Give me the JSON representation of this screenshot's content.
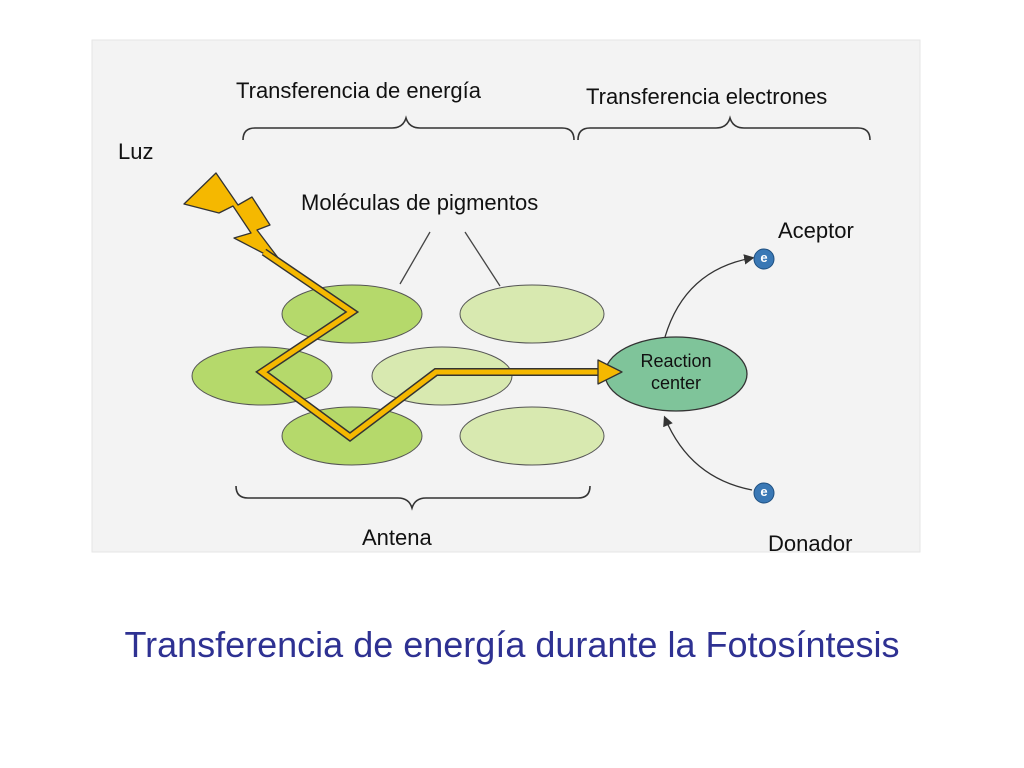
{
  "diagram": {
    "labels": {
      "energy_transfer": "Transferencia de energía",
      "electron_transfer": "Transferencia electrones",
      "light": "Luz",
      "pigment_molecules": "Moléculas de pigmentos",
      "acceptor": "Aceptor",
      "donor": "Donador",
      "antenna": "Antena",
      "reaction_center_line1": "Reaction",
      "reaction_center_line2": "center",
      "electron_symbol": "e"
    },
    "colors": {
      "pigment_dark": "#b5d96b",
      "pigment_light": "#d8e9b0",
      "reaction_center": "#7fc49a",
      "light_bolt": "#f5b800",
      "electron": "#3a78b5"
    }
  },
  "caption": "Transferencia de energía durante la Fotosíntesis"
}
